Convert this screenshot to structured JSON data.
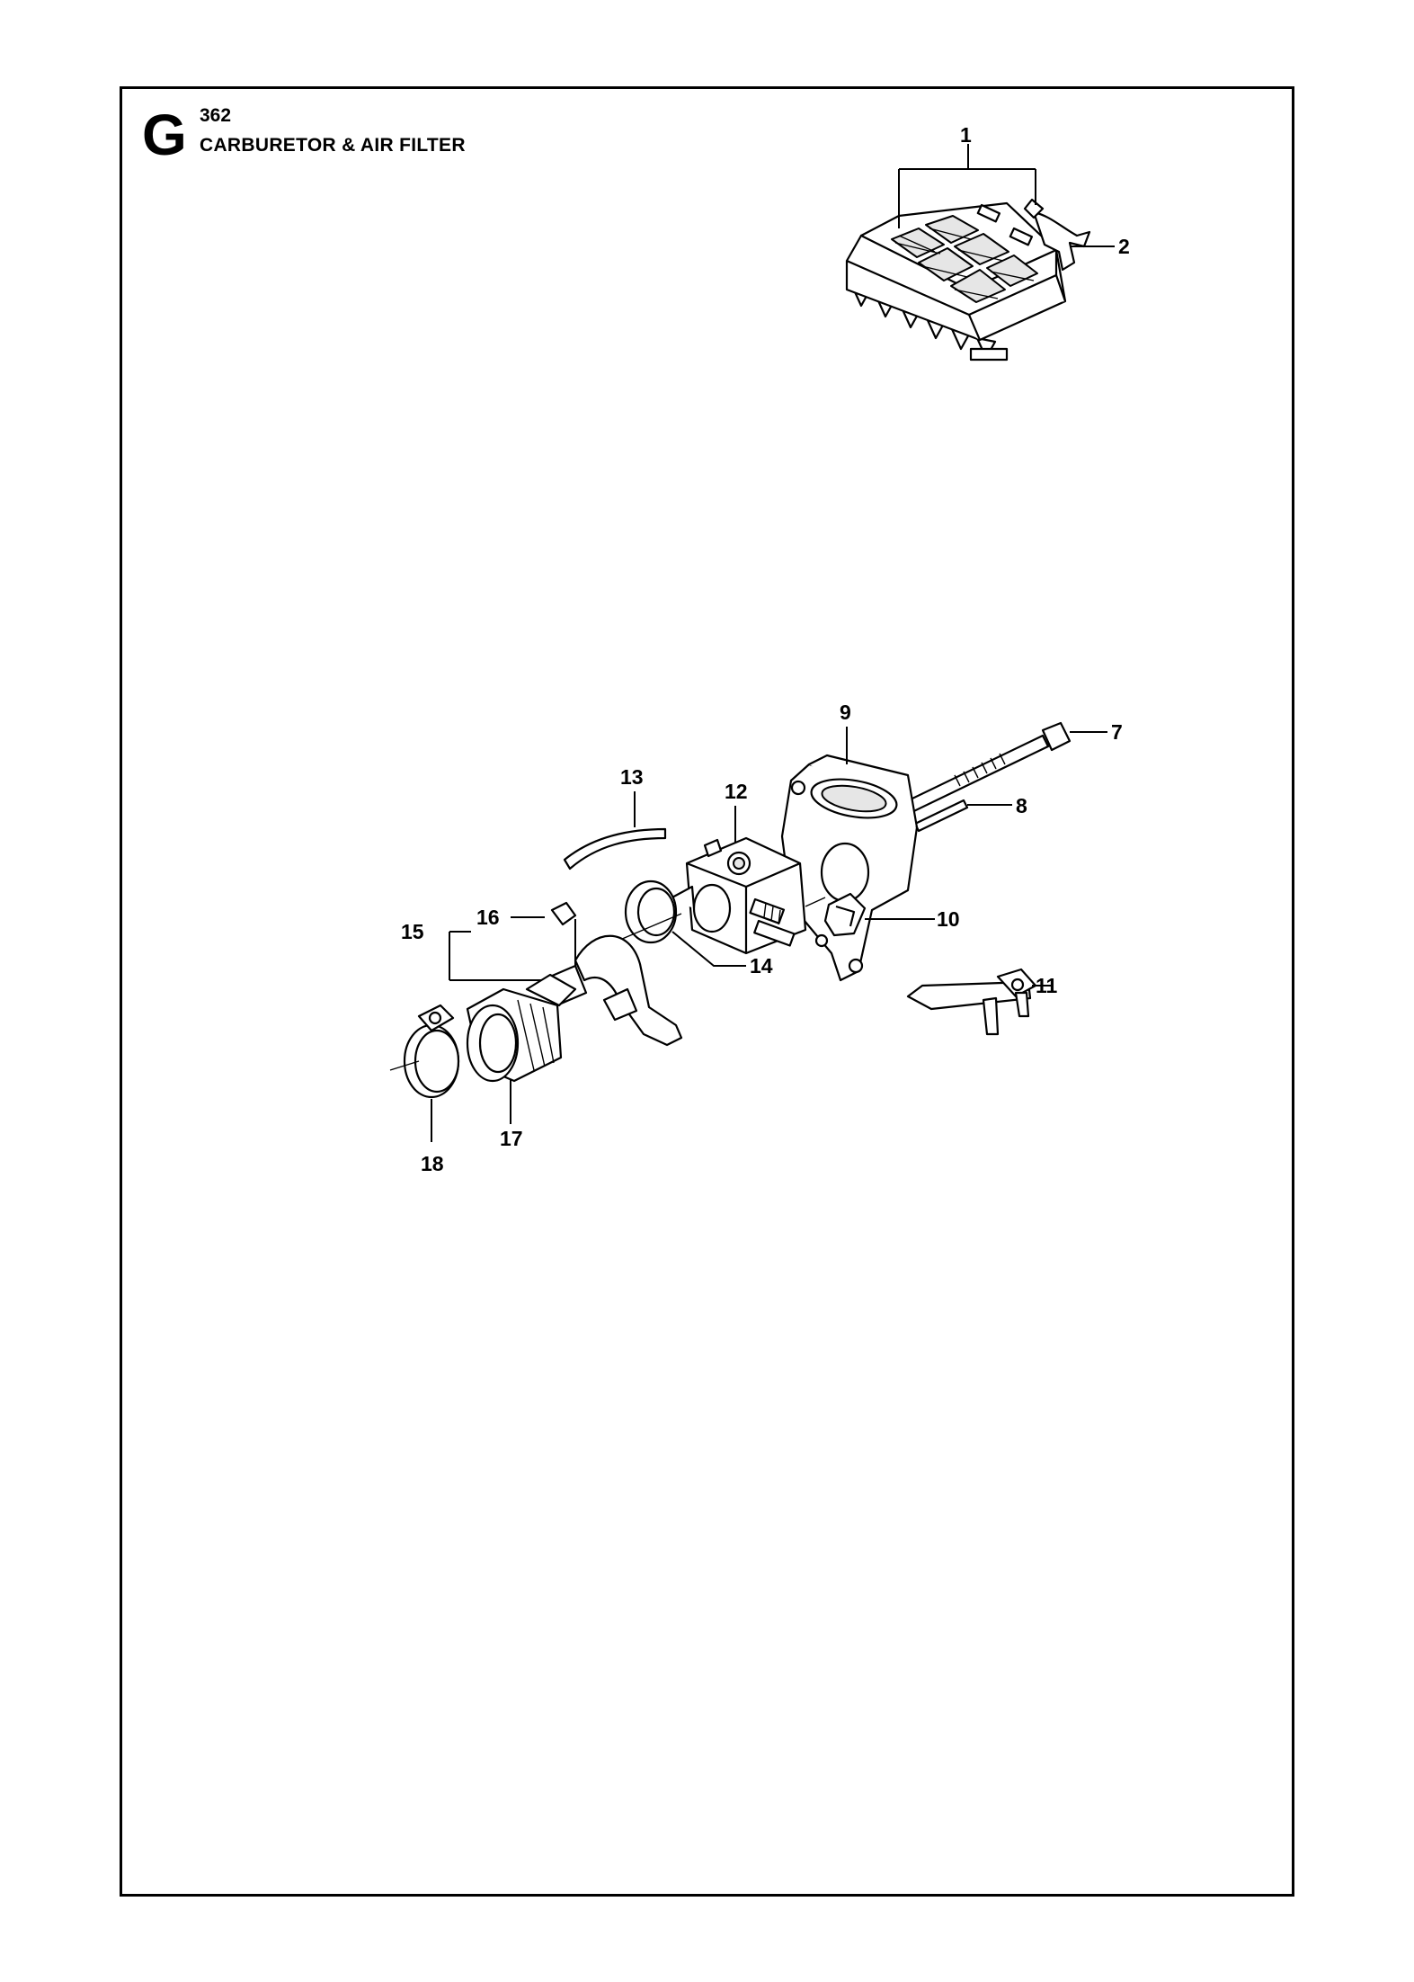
{
  "header": {
    "section_letter": "G",
    "model": "362",
    "title": "CARBURETOR & AIR FILTER"
  },
  "callouts": [
    "1",
    "2",
    "7",
    "8",
    "9",
    "10",
    "11",
    "12",
    "13",
    "14",
    "15",
    "16",
    "17",
    "18"
  ]
}
